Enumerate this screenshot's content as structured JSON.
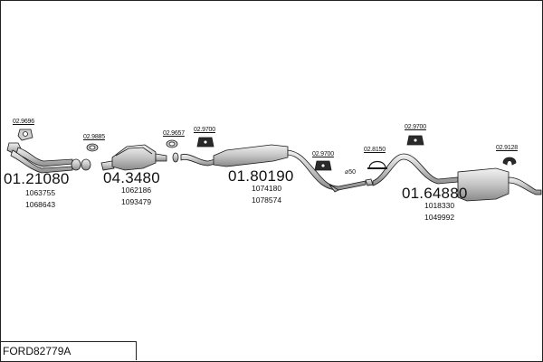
{
  "title": "FORD82779A",
  "parts": [
    {
      "number": "01.21080",
      "oem": [
        "1063755",
        "1068643"
      ],
      "kind": "front-pipe"
    },
    {
      "number": "04.3480",
      "oem": [
        "1062186",
        "1093479"
      ],
      "kind": "catalytic-converter"
    },
    {
      "number": "01.80190",
      "oem": [
        "1074180",
        "1078574"
      ],
      "kind": "middle-silencer"
    },
    {
      "number": "01.64880",
      "oem": [
        "1018330",
        "1049992"
      ],
      "kind": "rear-silencer"
    }
  ],
  "accessories": [
    {
      "code": "02.9696",
      "kind": "flange-gasket"
    },
    {
      "code": "02.9885",
      "kind": "gasket"
    },
    {
      "code": "02.9657",
      "kind": "gasket"
    },
    {
      "code": "02.9700",
      "kind": "rubber-mount"
    },
    {
      "code": "02.9700",
      "kind": "rubber-mount"
    },
    {
      "code": "02.8150",
      "kind": "mounting-strap"
    },
    {
      "code": "02.9700",
      "kind": "rubber-mount"
    },
    {
      "code": "02.9128",
      "kind": "clamp"
    }
  ],
  "diameter_label": "⌀50",
  "colors": {
    "line": "#1a1a1a",
    "part_fill": "#cfcfcf"
  }
}
